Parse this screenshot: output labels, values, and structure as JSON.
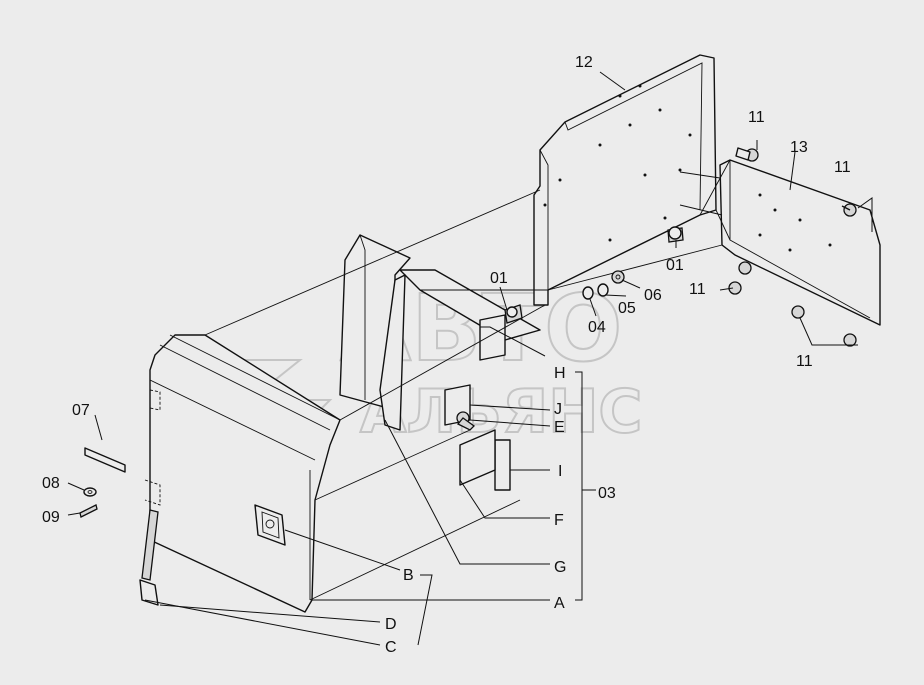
{
  "callouts": {
    "c01a": "01",
    "c01b": "01",
    "c03": "03",
    "c04": "04",
    "c05": "05",
    "c06": "06",
    "c07": "07",
    "c08": "08",
    "c09": "09",
    "c11a": "11",
    "c11b": "11",
    "c11c": "11",
    "c11d": "11",
    "c12": "12",
    "c13": "13",
    "cA": "A",
    "cB": "B",
    "cC": "C",
    "cD": "D",
    "cE": "E",
    "cF": "F",
    "cG": "G",
    "cH": "H",
    "cI": "I",
    "cJ": "J"
  },
  "watermark": {
    "line1": "АВТО",
    "line2": "АЛЬЯНС"
  }
}
